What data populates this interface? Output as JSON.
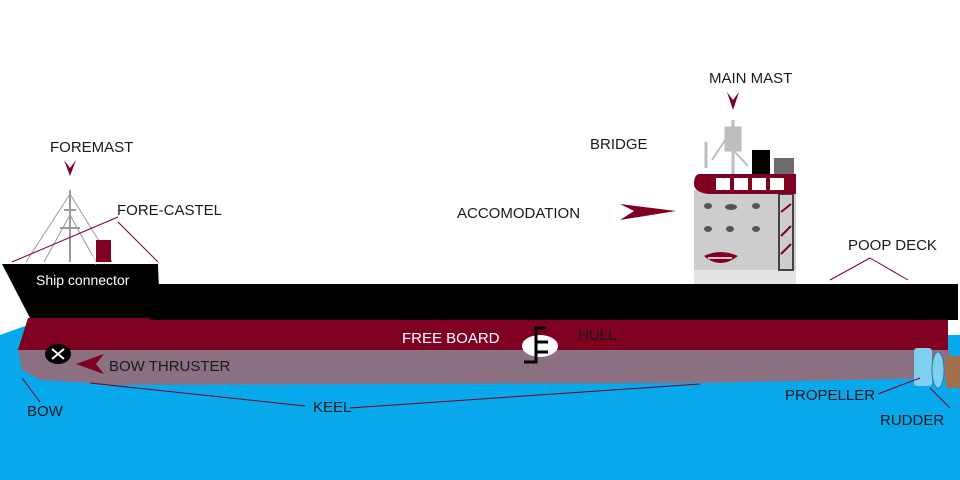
{
  "diagram": {
    "labels": {
      "foremast": "FOREMAST",
      "fore_castel": "FORE-CASTEL",
      "ship_connector": "Ship connector",
      "main_mast": "MAIN MAST",
      "bridge": "BRIDGE",
      "accomodation": "ACCOMODATION",
      "poop_deck": "POOP DECK",
      "free_board": "FREE BOARD",
      "hull": "HULL",
      "bow_thruster": "BOW THRUSTER",
      "bow": "BOW",
      "keel": "KEEL",
      "propeller": "PROPELLER",
      "rudder": "RUDDER"
    },
    "colors": {
      "sea": "#08a8ec",
      "deck": "#000000",
      "freeboard": "#7f0020",
      "lower_hull": "#8a7080",
      "superstructure": "#cdcdcd",
      "accent_arrow": "#7f0020",
      "propeller": "#7fcff1",
      "rudder": "#a0704a",
      "leader_line": "#7f0020"
    }
  }
}
